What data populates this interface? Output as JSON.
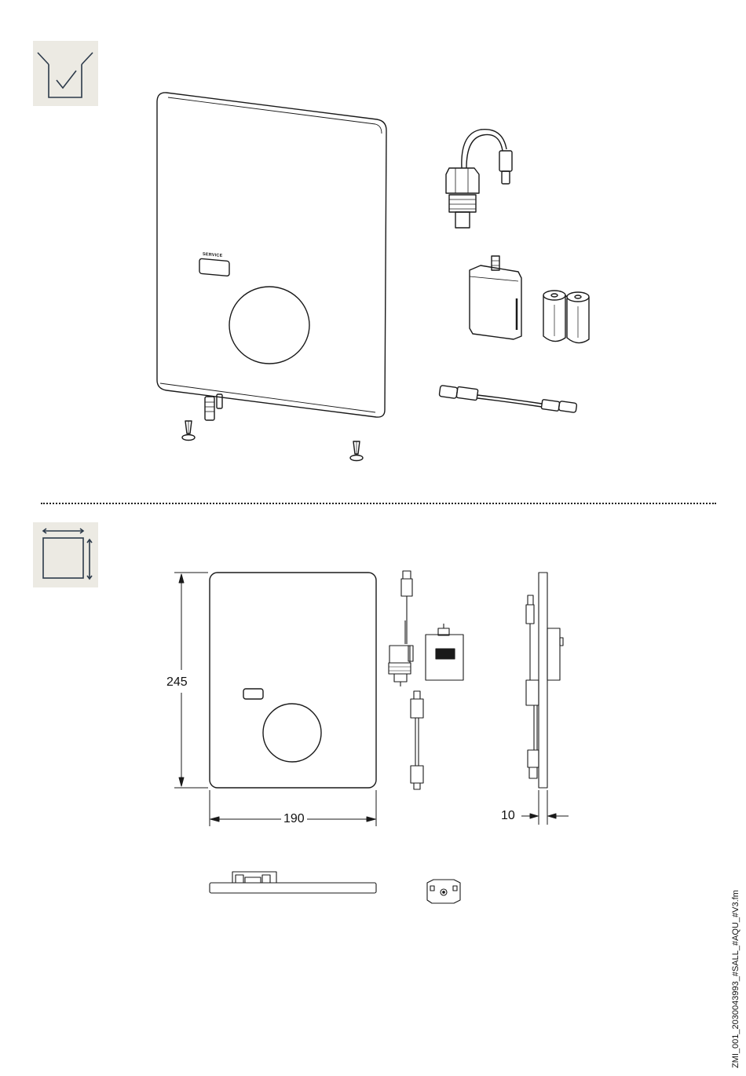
{
  "icons": {
    "scope": "box-check-icon",
    "dimensions": "dimensions-square-icon",
    "background_color": "#eceae3"
  },
  "front_panel": {
    "service_label": "SERVICE"
  },
  "dimensions": {
    "height": "245",
    "width": "190",
    "depth": "10"
  },
  "footer": {
    "file_id": "ZMI_001_2030043993_#SALL_#AQU_#V3.fm"
  }
}
